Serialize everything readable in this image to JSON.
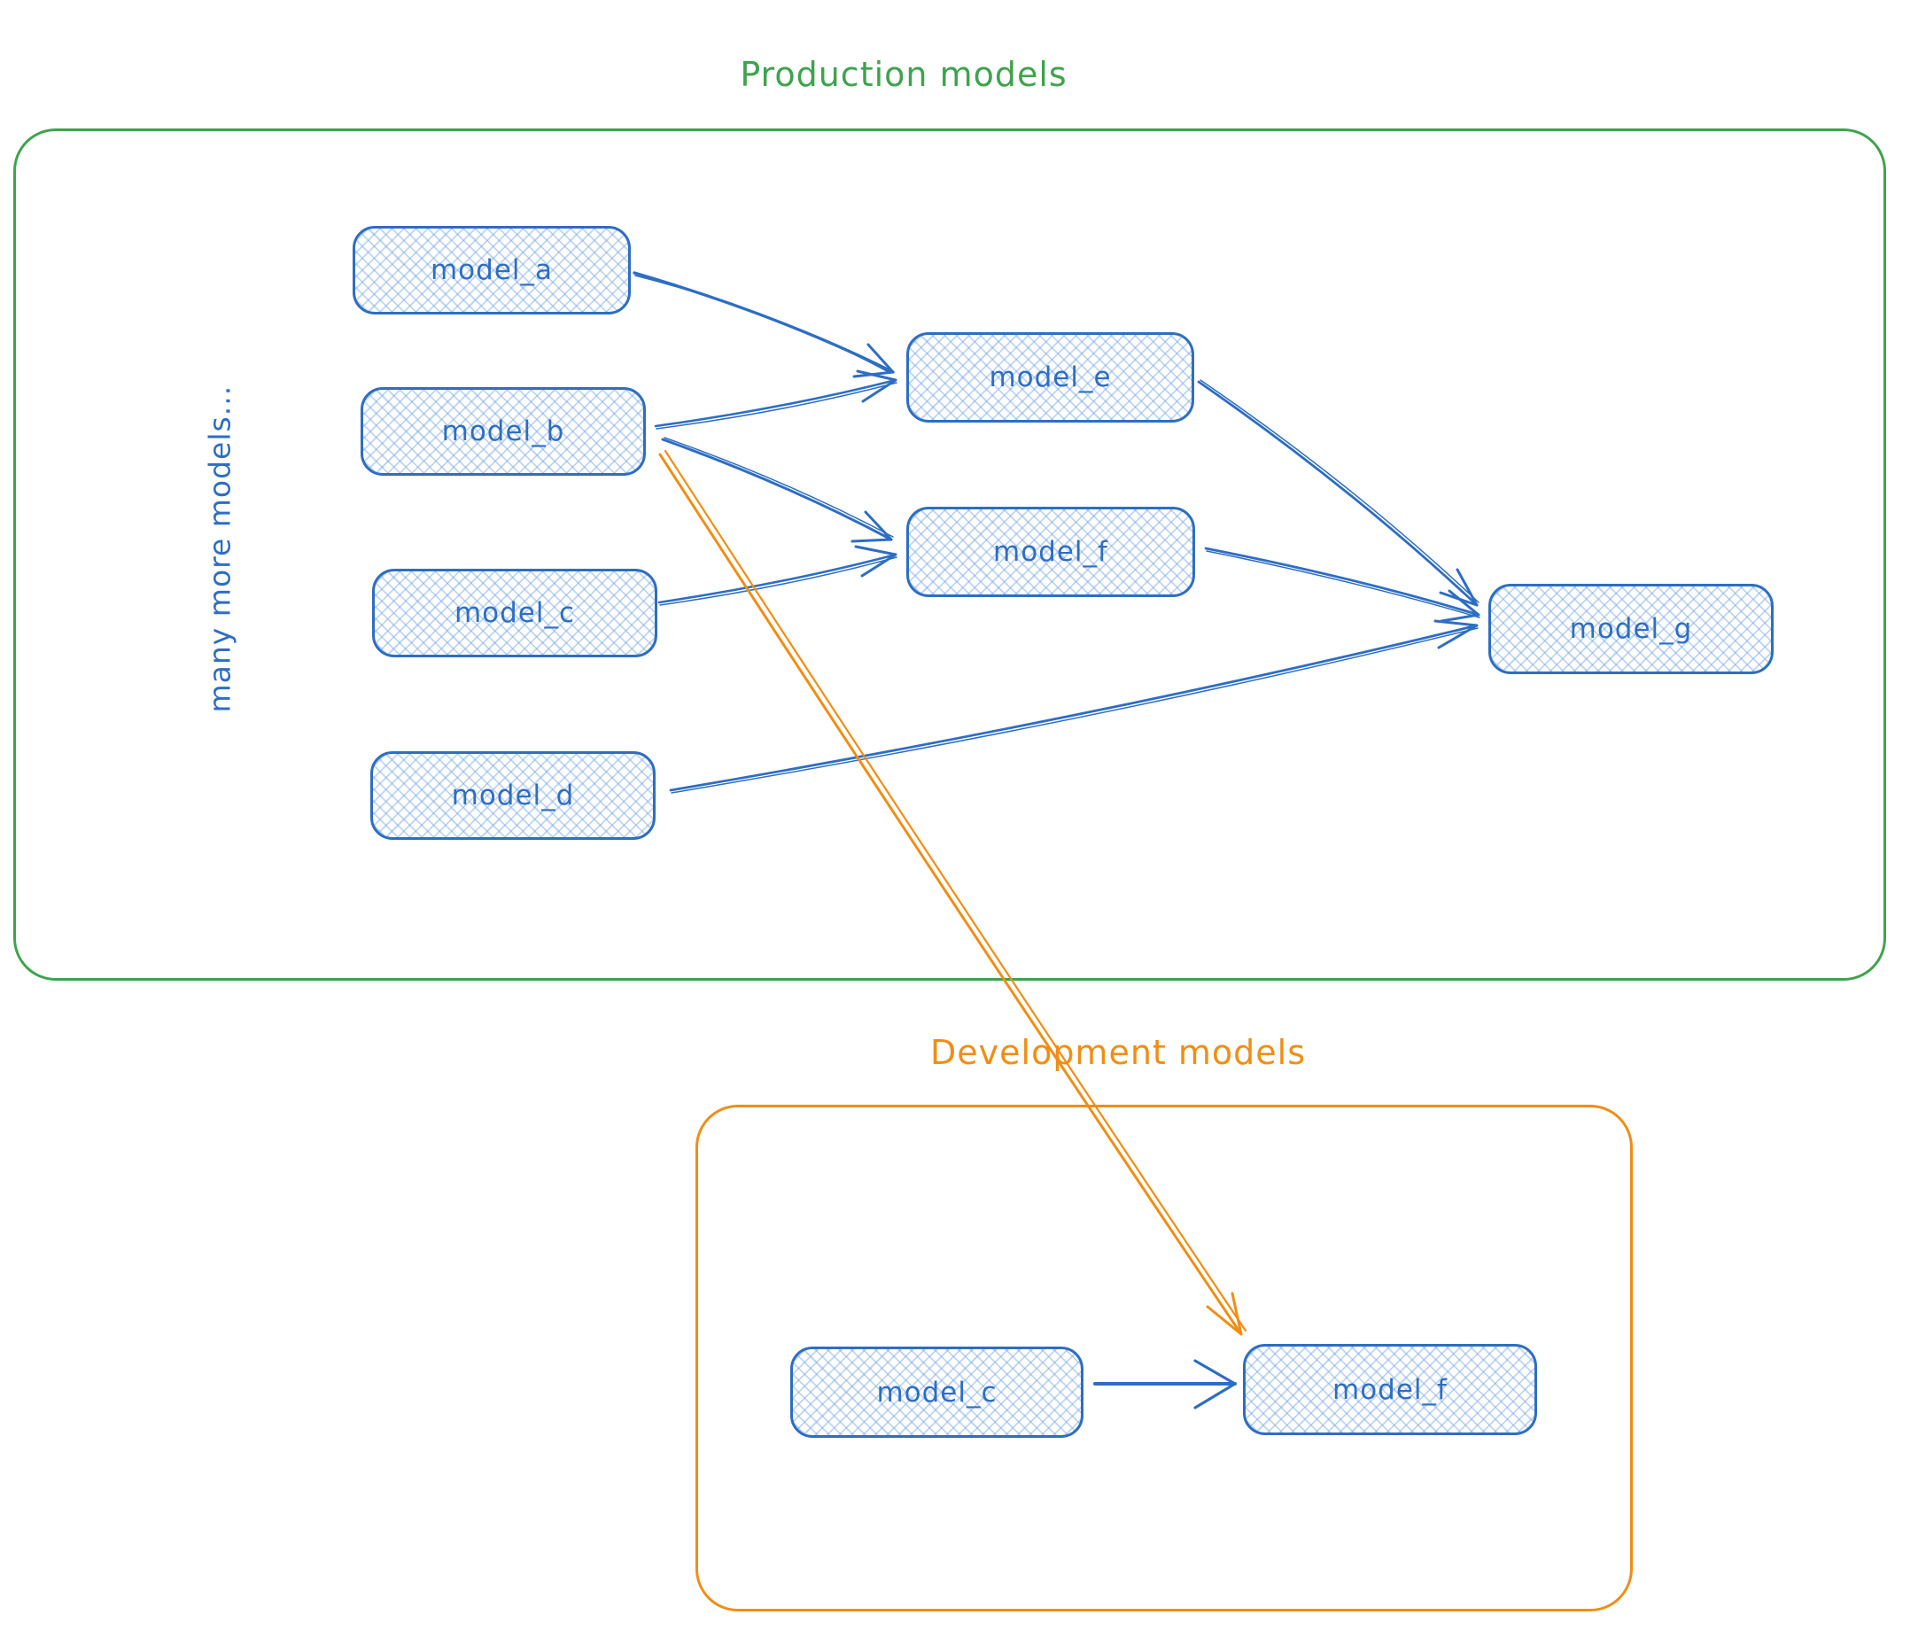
{
  "diagram": {
    "production": {
      "title": "Production models",
      "side_note": "many more models...",
      "nodes": [
        {
          "id": "model_a",
          "label": "model_a"
        },
        {
          "id": "model_b",
          "label": "model_b"
        },
        {
          "id": "model_c",
          "label": "model_c"
        },
        {
          "id": "model_d",
          "label": "model_d"
        },
        {
          "id": "model_e",
          "label": "model_e"
        },
        {
          "id": "model_f",
          "label": "model_f"
        },
        {
          "id": "model_g",
          "label": "model_g"
        }
      ]
    },
    "development": {
      "title": "Development models",
      "nodes": [
        {
          "id": "dev_model_c",
          "label": "model_c"
        },
        {
          "id": "dev_model_f",
          "label": "model_f"
        }
      ]
    },
    "edges": [
      {
        "from": "model_a",
        "to": "model_e",
        "color": "blue"
      },
      {
        "from": "model_b",
        "to": "model_e",
        "color": "blue"
      },
      {
        "from": "model_b",
        "to": "model_f",
        "color": "blue"
      },
      {
        "from": "model_c",
        "to": "model_f",
        "color": "blue"
      },
      {
        "from": "model_e",
        "to": "model_g",
        "color": "blue"
      },
      {
        "from": "model_f",
        "to": "model_g",
        "color": "blue"
      },
      {
        "from": "model_d",
        "to": "model_g",
        "color": "blue"
      },
      {
        "from": "model_b",
        "to": "dev_model_f",
        "color": "orange"
      },
      {
        "from": "dev_model_c",
        "to": "dev_model_f",
        "color": "blue"
      }
    ],
    "colors": {
      "group_production": "#3fa34d",
      "group_development": "#ef8e16",
      "node_stroke": "#2e6ec2",
      "node_fill_hatch": "#b9d4f2",
      "arrow_blue": "#2e6ec2",
      "arrow_orange": "#ef8e16"
    }
  }
}
